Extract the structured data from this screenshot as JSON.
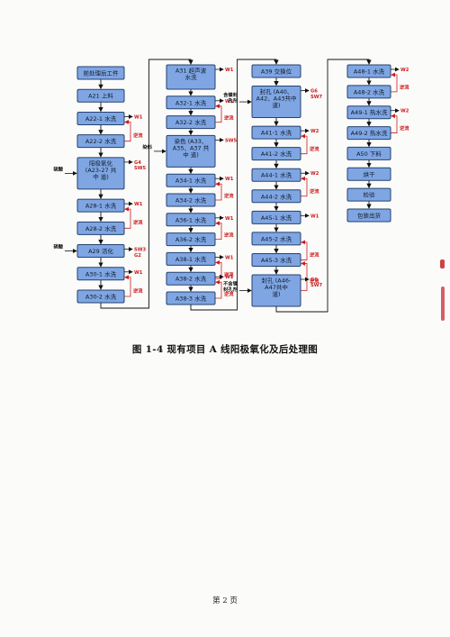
{
  "figure_caption": "图 1-4 现有项目 A 线阳极氧化及后处理图",
  "page_number": "第 2 页",
  "colors": {
    "box_fill": "#7fa6e3",
    "box_border": "#24426f",
    "arrow": "#111111",
    "return_arrow": "#cc1b1b",
    "emission_text": "#cc1b1b"
  },
  "columns": [
    {
      "steps": [
        {
          "id": "c1-0",
          "text": "前处理后工件"
        },
        {
          "id": "c1-1",
          "text": "A21 上料"
        },
        {
          "id": "c1-2",
          "text": "A22-1 水洗",
          "emission": "W1",
          "return_label": "逆流"
        },
        {
          "id": "c1-3",
          "text": "A22-2 水洗"
        },
        {
          "id": "c1-4",
          "text": "阳极氧化|(A23-27 共|中 道)",
          "emission": "G4|SW5",
          "input": "硫酸"
        },
        {
          "id": "c1-5",
          "text": "A28-1 水洗",
          "emission": "W1",
          "return_label": "逆流"
        },
        {
          "id": "c1-6",
          "text": "A28-2 水洗"
        },
        {
          "id": "c1-7",
          "text": "A29 活化",
          "emission": "SW3|G2",
          "input": "硝酸"
        },
        {
          "id": "c1-8",
          "text": "A30-1 水洗",
          "emission": "W1",
          "return_label": "逆流"
        },
        {
          "id": "c1-9",
          "text": "A30-2 水洗"
        }
      ]
    },
    {
      "steps": [
        {
          "id": "c2-0",
          "text": "A31 超声波|水洗",
          "emission": "W1"
        },
        {
          "id": "c2-1",
          "text": "A32-1 水洗",
          "emission": "W1",
          "return_label": "逆流"
        },
        {
          "id": "c2-2",
          "text": "A32-2 水洗"
        },
        {
          "id": "c2-3",
          "text": "染色 (A33、|A35、A37 共|中 道)",
          "emission": "SW5",
          "input": "染料"
        },
        {
          "id": "c2-4",
          "text": "A34-1 水洗",
          "emission": "W1",
          "return_label": "逆流"
        },
        {
          "id": "c2-5",
          "text": "A34-2 水洗"
        },
        {
          "id": "c2-6",
          "text": "A36-1 水洗",
          "emission": "W1",
          "return_label": "逆流"
        },
        {
          "id": "c2-7",
          "text": "A36-2 水洗"
        },
        {
          "id": "c2-8",
          "text": "A38-1 水洗",
          "emission": "W1",
          "return_label": "逆流"
        },
        {
          "id": "c2-9",
          "text": "A38-2 水洗",
          "emission": "W1",
          "return_label": "逆流"
        },
        {
          "id": "c2-10",
          "text": "A38-3 水洗"
        }
      ]
    },
    {
      "steps": [
        {
          "id": "c3-0",
          "text": "A39 交换位"
        },
        {
          "id": "c3-1",
          "text": "封孔 (A40、|A42、A43共中|道)",
          "emission": "G6|SW7",
          "input": "含镍封|孔剂"
        },
        {
          "id": "c3-2",
          "text": "A41-1 水洗",
          "emission": "W2",
          "return_label": "逆流"
        },
        {
          "id": "c3-3",
          "text": "A41-2 水洗"
        },
        {
          "id": "c3-4",
          "text": "A44-1 水洗",
          "emission": "W2",
          "return_label": "逆流"
        },
        {
          "id": "c3-5",
          "text": "A44-2 水洗"
        },
        {
          "id": "c3-6",
          "text": "A45-1 水洗",
          "emission": "W1"
        },
        {
          "id": "c3-7",
          "text": "A45-2 水洗",
          "return_label": "逆流"
        },
        {
          "id": "c3-8",
          "text": "A45-3 水洗",
          "return_label": "逆流"
        },
        {
          "id": "c3-9",
          "text": "封孔 (A46-|A47共中|道)",
          "emission": "G6|SW7",
          "input": "不含镍|封孔剂"
        }
      ]
    },
    {
      "steps": [
        {
          "id": "c4-0",
          "text": "A48-1 水洗",
          "emission": "W2",
          "return_label": "逆流"
        },
        {
          "id": "c4-1",
          "text": "A48-2 水洗"
        },
        {
          "id": "c4-2",
          "text": "A49-1 热水洗",
          "emission": "W2",
          "return_label": "逆流"
        },
        {
          "id": "c4-3",
          "text": "A49-2 热水洗"
        },
        {
          "id": "c4-4",
          "text": "A50 下料"
        },
        {
          "id": "c4-5",
          "text": "烘干"
        },
        {
          "id": "c4-6",
          "text": "检验"
        },
        {
          "id": "c4-7",
          "text": "包装出货"
        }
      ]
    }
  ]
}
